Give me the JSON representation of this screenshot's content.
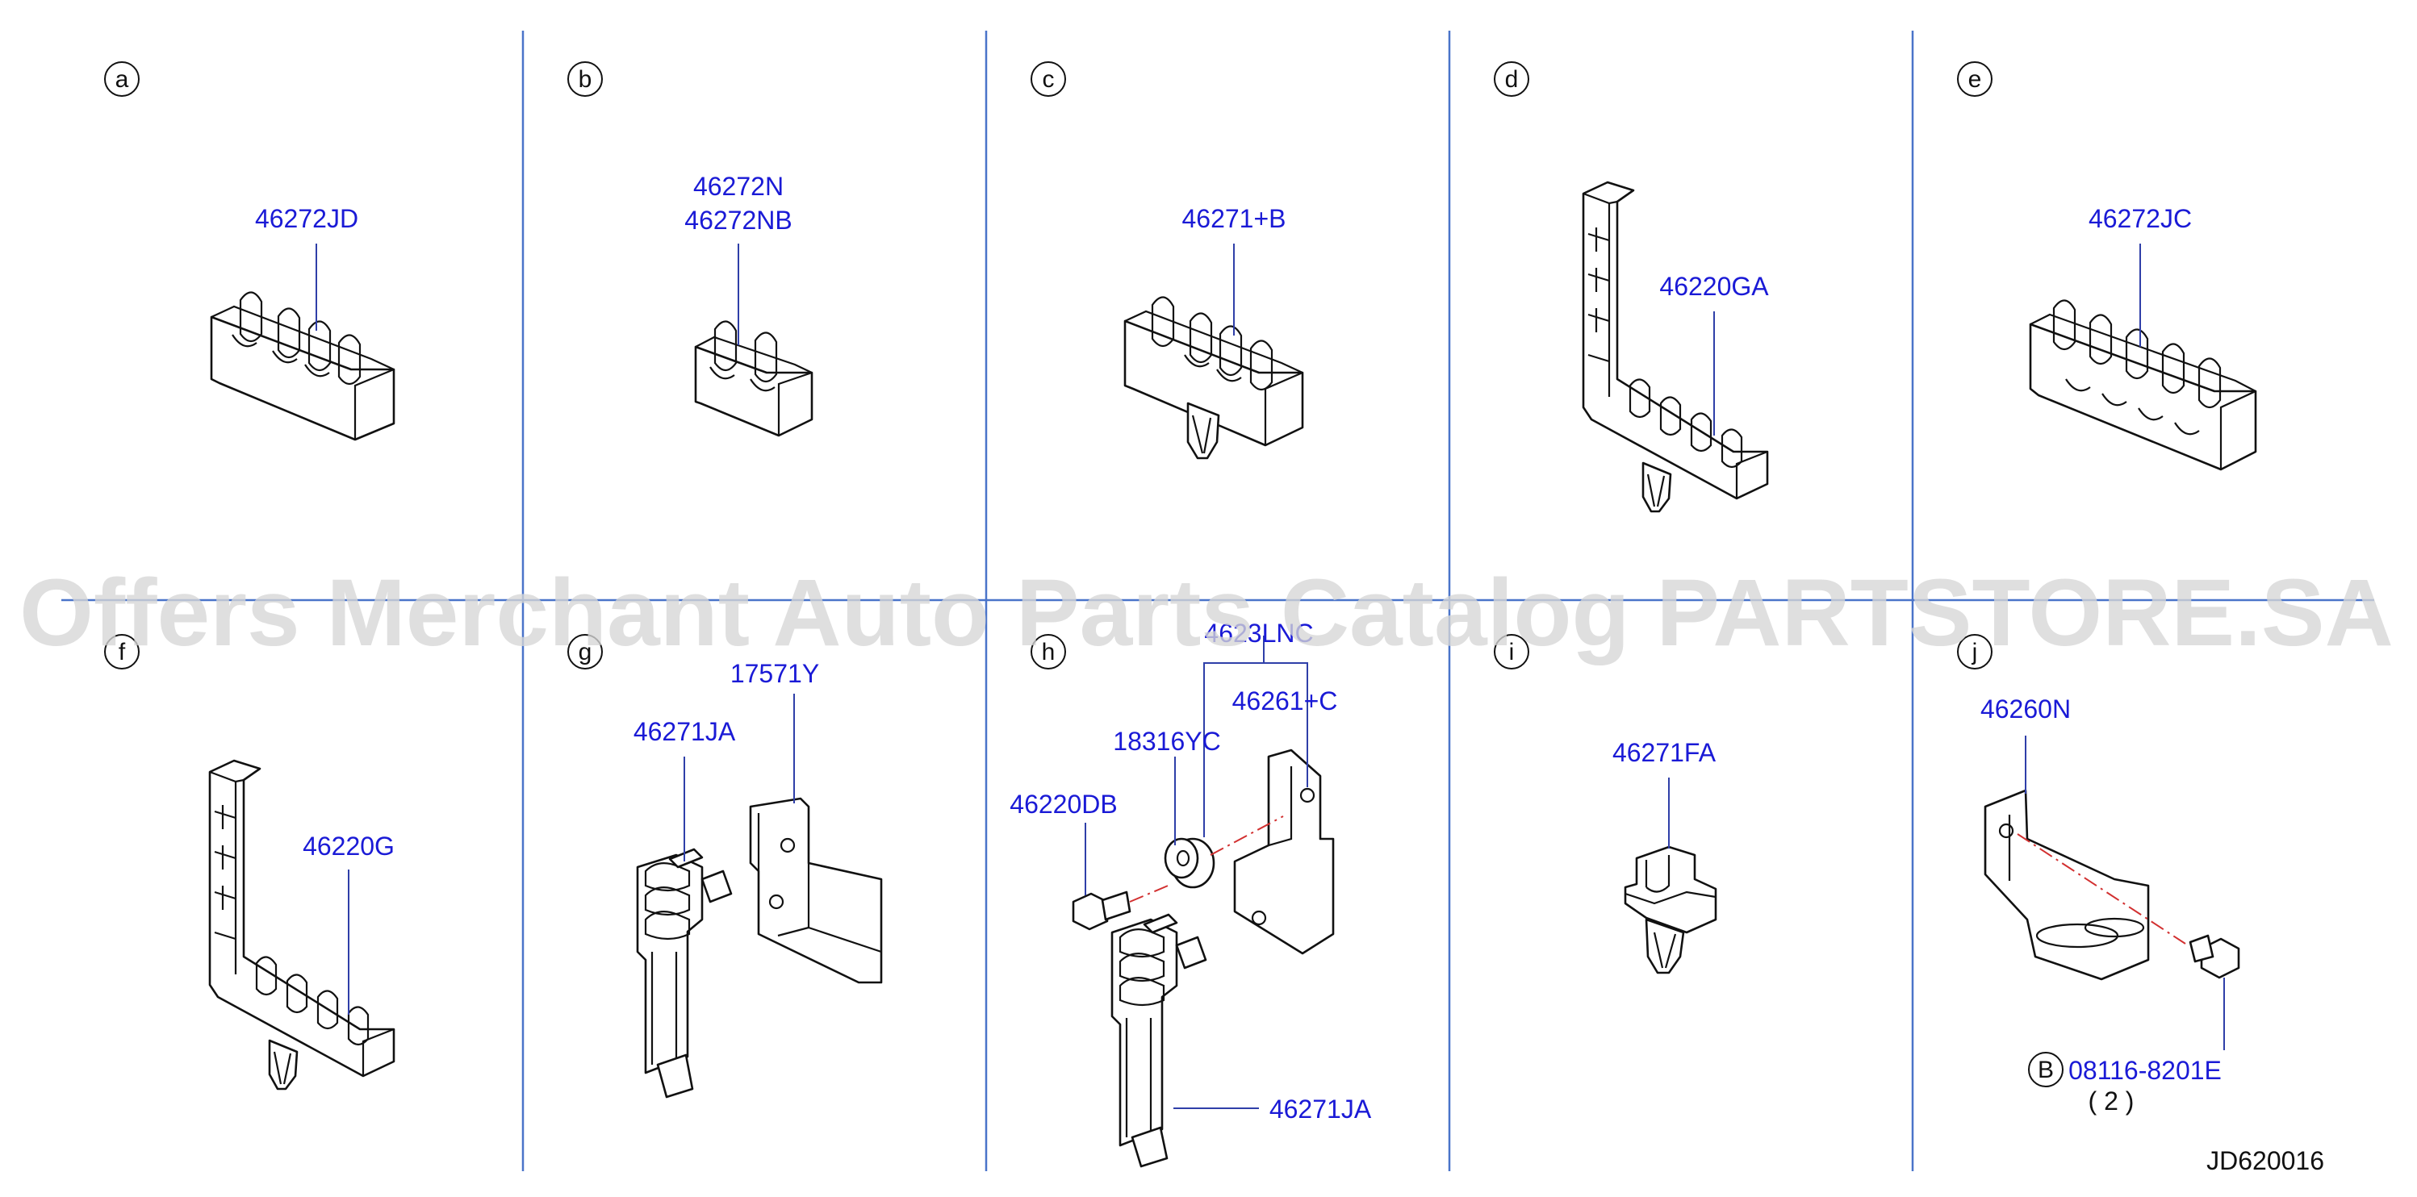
{
  "watermark": "Offers Merchant Auto Parts Catalog PARTSTORE.SA",
  "drawing_code": "JD620016",
  "cells": [
    {
      "letter": "a",
      "labels": [
        "46272JD"
      ]
    },
    {
      "letter": "b",
      "labels": [
        "46272N",
        "46272NB"
      ]
    },
    {
      "letter": "c",
      "labels": [
        "46271+B"
      ]
    },
    {
      "letter": "d",
      "labels": [
        "46220GA"
      ]
    },
    {
      "letter": "e",
      "labels": [
        "46272JC"
      ]
    },
    {
      "letter": "f",
      "labels": [
        "46220G"
      ]
    },
    {
      "letter": "g",
      "labels": [
        "17571Y",
        "46271JA"
      ]
    },
    {
      "letter": "h",
      "labels": [
        "4623LNC",
        "46261+C",
        "18316YC",
        "46220DB",
        "46271JA"
      ]
    },
    {
      "letter": "i",
      "labels": [
        "46271FA"
      ]
    },
    {
      "letter": "j",
      "labels": [
        "46260N",
        "08116-8201E",
        "( 2 )"
      ],
      "callout_letter": "B"
    }
  ]
}
